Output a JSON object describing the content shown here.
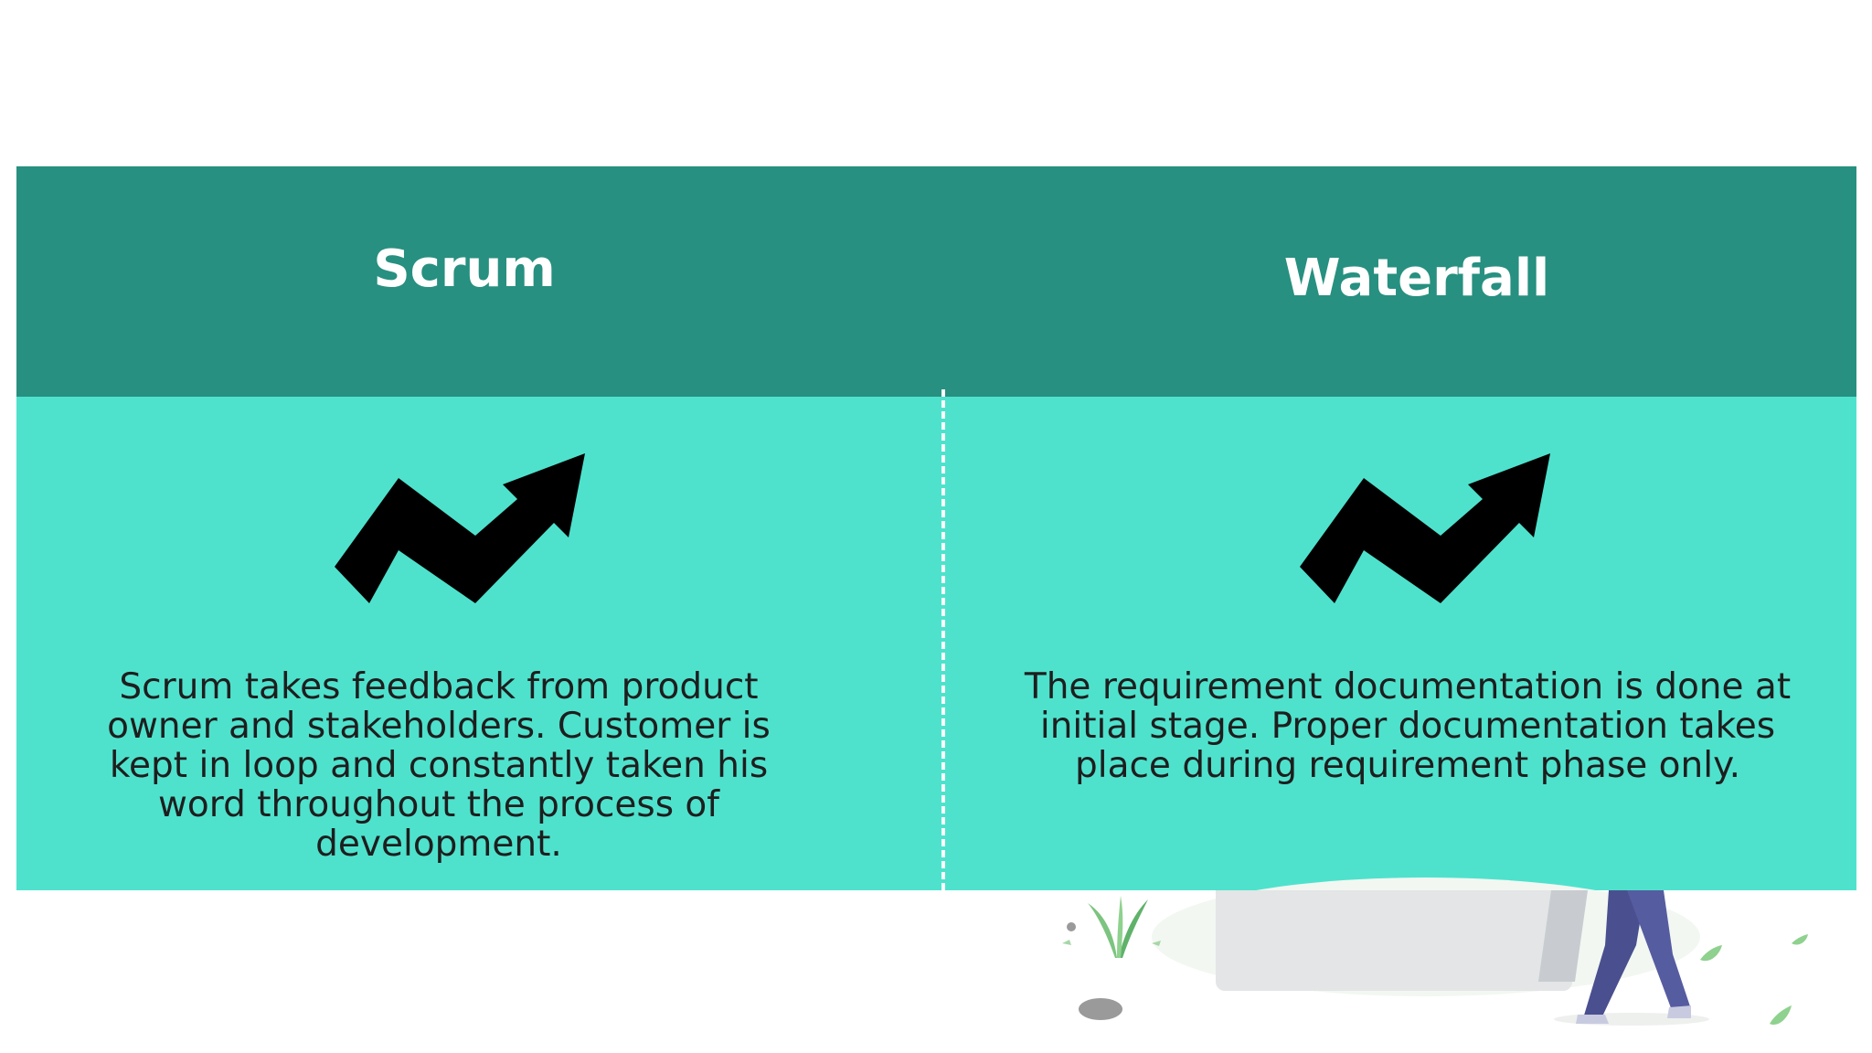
{
  "columns": [
    {
      "title": "Scrum",
      "icon": "trend-up-arrow-icon",
      "text": "Scrum takes feedback from product owner and stakeholders. Customer is kept in loop and constantly taken his word throughout the process of development."
    },
    {
      "title": "Waterfall",
      "icon": "trend-up-arrow-icon",
      "text": "The requirement documentation is done at initial stage. Proper documentation takes place during requirement phase only."
    }
  ],
  "colors": {
    "header": "#279080",
    "body": "#4ee2cd",
    "title_text": "#ffffff",
    "body_text": "#1e1e1e",
    "icon": "#000000"
  }
}
